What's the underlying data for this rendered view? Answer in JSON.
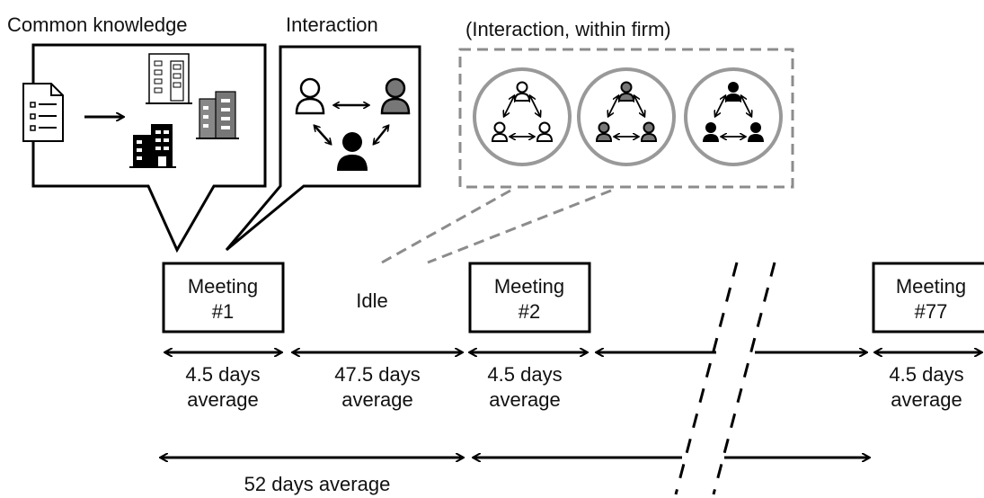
{
  "labels": {
    "common_knowledge": "Common knowledge",
    "interaction": "Interaction",
    "interaction_within_firm": "(Interaction, within firm)",
    "idle": "Idle"
  },
  "meetings": [
    {
      "line1": "Meeting",
      "line2": "#1"
    },
    {
      "line1": "Meeting",
      "line2": "#2"
    },
    {
      "line1": "Meeting",
      "line2": "#77"
    }
  ],
  "durations": {
    "meeting1": {
      "value": "4.5 days",
      "unit": "average"
    },
    "idle": {
      "value": "47.5 days",
      "unit": "average"
    },
    "meeting2": {
      "value": "4.5 days",
      "unit": "average"
    },
    "meeting77": {
      "value": "4.5 days",
      "unit": "average"
    },
    "cycle": "52 days average"
  },
  "colors": {
    "ink": "#000000",
    "grey_firm": "#7a7a7a",
    "dashed": "#8c8c8c",
    "circle": "#9a9a9a"
  }
}
